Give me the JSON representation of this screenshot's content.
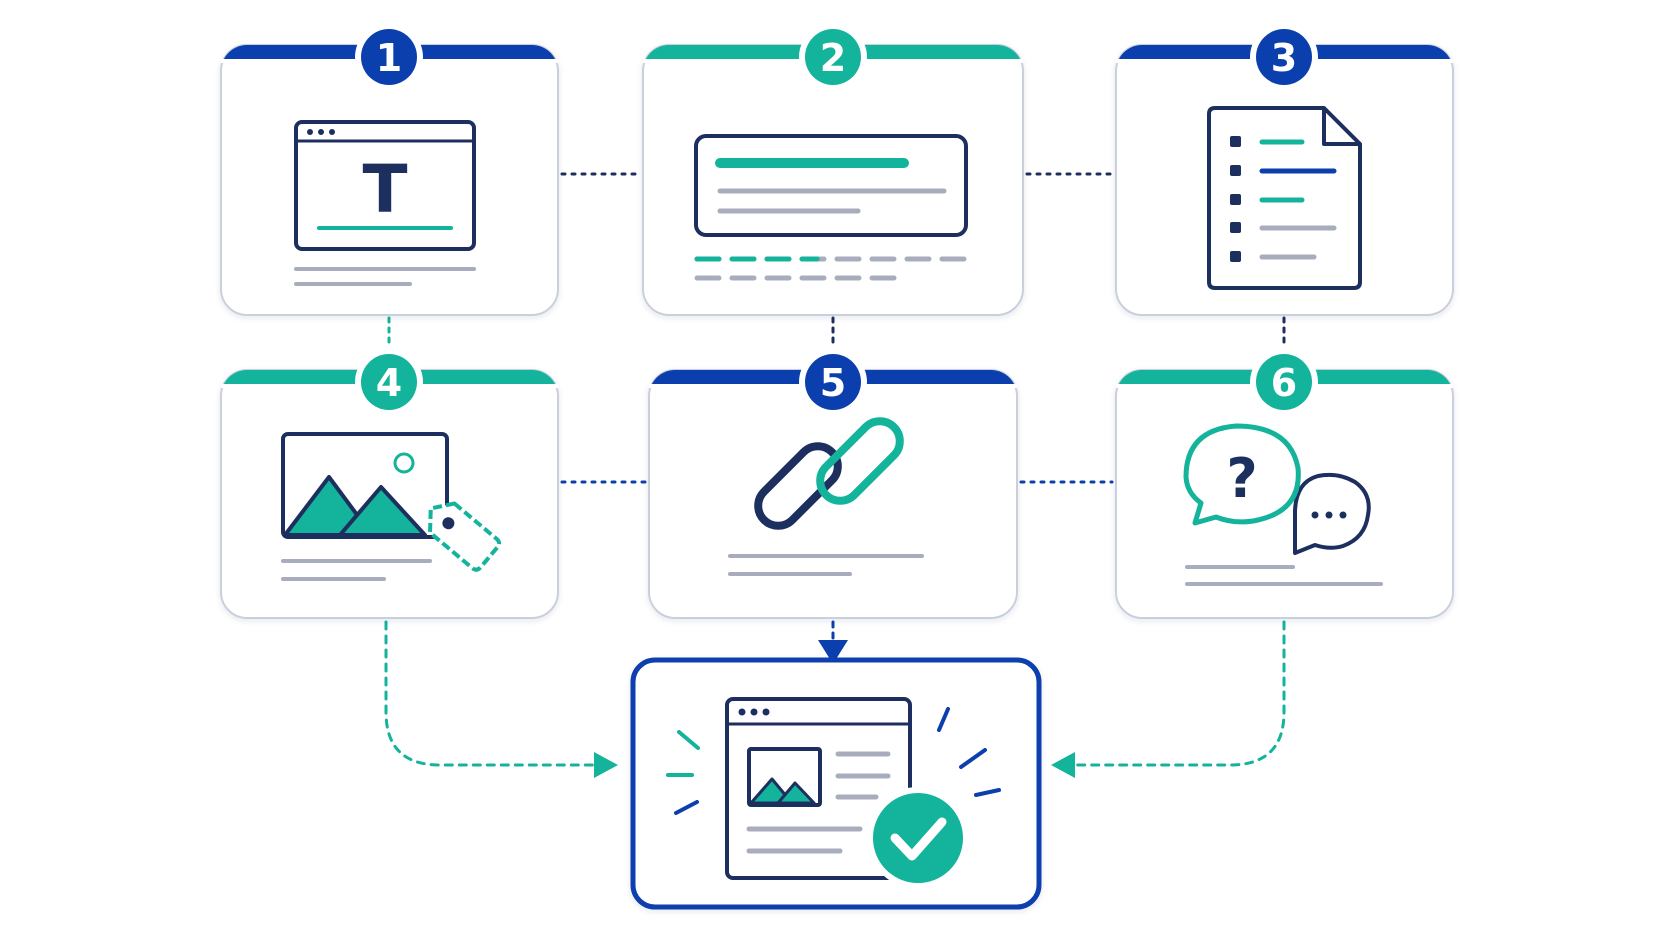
{
  "colors": {
    "navy": "#1c2f5e",
    "blue": "#0b3fae",
    "teal": "#14b39b",
    "tealLight": "#b9e8de",
    "gray": "#a7adbd",
    "cardBorder": "#c9cfdc",
    "white": "#ffffff"
  },
  "steps": [
    {
      "number": "1",
      "accent": "blue",
      "icon": "text-title-icon",
      "icon_letter": "T"
    },
    {
      "number": "2",
      "accent": "teal",
      "icon": "text-block-icon"
    },
    {
      "number": "3",
      "accent": "blue",
      "icon": "checklist-document-icon"
    },
    {
      "number": "4",
      "accent": "teal",
      "icon": "image-tag-icon"
    },
    {
      "number": "5",
      "accent": "blue",
      "icon": "link-icon"
    },
    {
      "number": "6",
      "accent": "teal",
      "icon": "question-chat-icon",
      "icon_text": "?"
    }
  ],
  "result": {
    "icon": "published-page-check-icon"
  }
}
